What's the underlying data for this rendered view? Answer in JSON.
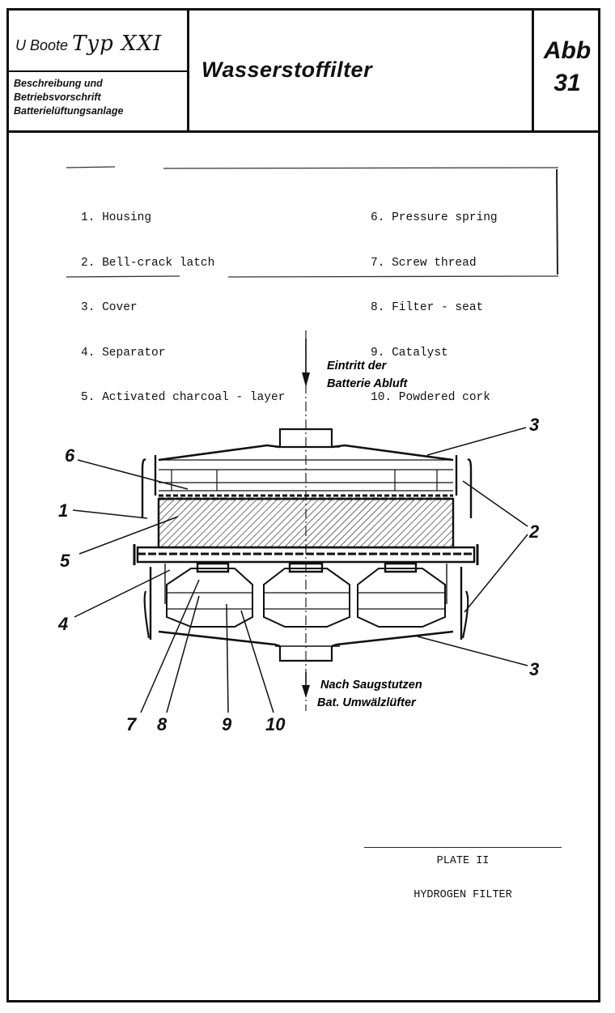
{
  "header": {
    "boat_prefix": "U Boote",
    "boat_type": "Typ XXI",
    "description_lines": [
      "Beschreibung und",
      "Betriebsvorschrift",
      "Batterielüftungsanlage"
    ],
    "title": "Wasserstoffilter",
    "abb_label": "Abb",
    "abb_number": "31"
  },
  "legend": {
    "left": [
      "1. Housing",
      "2. Bell-crack latch",
      "3. Cover",
      "4. Separator",
      "5. Activated charcoal - layer"
    ],
    "right": [
      "6. Pressure spring",
      "7. Screw thread",
      "8. Filter - seat",
      "9. Catalyst",
      "10. Powdered cork"
    ]
  },
  "diagram": {
    "inlet_label": [
      "Eintritt der",
      "Batterie Abluft"
    ],
    "outlet_label": [
      "Nach Saugstutzen",
      "Bat. Umwälzlüfter"
    ],
    "callouts": [
      "1",
      "2",
      "3",
      "3",
      "4",
      "5",
      "6",
      "7",
      "8",
      "9",
      "10"
    ]
  },
  "plate": {
    "number": "PLATE II",
    "caption": "HYDROGEN FILTER"
  }
}
